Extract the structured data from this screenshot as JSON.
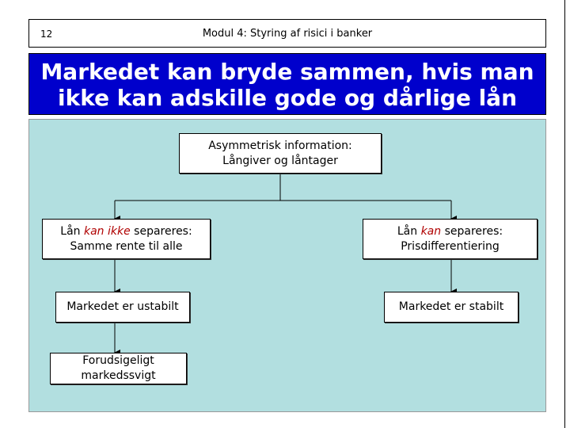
{
  "header": {
    "page_number": "12",
    "module_title": "Modul 4: Styring af risici i banker"
  },
  "title": {
    "line1": "Markedet kan bryde sammen, hvis man",
    "line2": "ikke kan adskille gode og dårlige lån"
  },
  "diagram": {
    "root": {
      "line1": "Asymmetrisk information:",
      "line2": "Långiver og låntager"
    },
    "left_branch": {
      "prefix": "Lån ",
      "emphasis": "kan ikke",
      "suffix": " separeres:",
      "line2": "Samme rente til alle"
    },
    "right_branch": {
      "prefix": "Lån ",
      "emphasis": "kan",
      "suffix": " separeres:",
      "line2": "Prisdifferentiering"
    },
    "left_result": "Markedet er ustabilt",
    "right_result": "Markedet er stabilt",
    "left_final": {
      "line1": "Forudsigeligt",
      "line2": "markedssvigt"
    },
    "colors": {
      "title_bg": "#0000cc",
      "content_bg": "#b2dfe0",
      "emphasis": "#b00000"
    }
  }
}
